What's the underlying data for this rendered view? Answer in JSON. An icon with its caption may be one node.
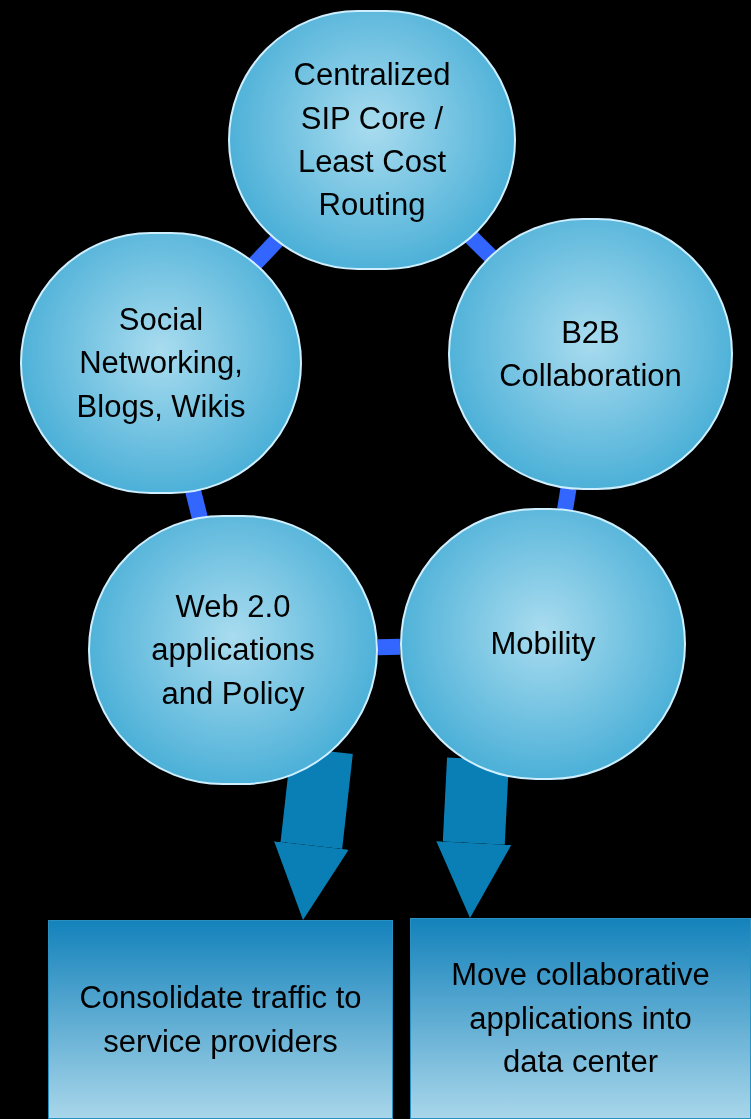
{
  "diagram": {
    "nodes": [
      {
        "text": [
          "Centralized SIP Core / Least Cost Routing"
        ]
      },
      {
        "text": [
          "Social Networking, Blogs, Wikis"
        ]
      },
      {
        "text": [
          "B2B Collaboration"
        ]
      },
      {
        "text": [
          "Web 2.0 applications and Policy"
        ]
      },
      {
        "text": [
          "Mobility"
        ]
      },
      {
        "text": [
          "Consolidate traffic to service providers"
        ]
      },
      {
        "text": [
          "Move collaborative applications into data center"
        ]
      }
    ],
    "edges": [
      {
        "from": 0,
        "to": 1,
        "arrow": "none"
      },
      {
        "from": 0,
        "to": 2,
        "arrow": "none"
      },
      {
        "from": 2,
        "to": 4,
        "arrow": "none"
      },
      {
        "from": 4,
        "to": 3,
        "arrow": "none"
      },
      {
        "from": 3,
        "to": 1,
        "arrow": "none"
      },
      {
        "from": 3,
        "to": 5,
        "arrow": "to",
        "style": "thick",
        "color": "#0a7fb5"
      },
      {
        "from": 4,
        "to": 6,
        "arrow": "to",
        "style": "thick",
        "color": "#0a7fb5"
      }
    ]
  }
}
